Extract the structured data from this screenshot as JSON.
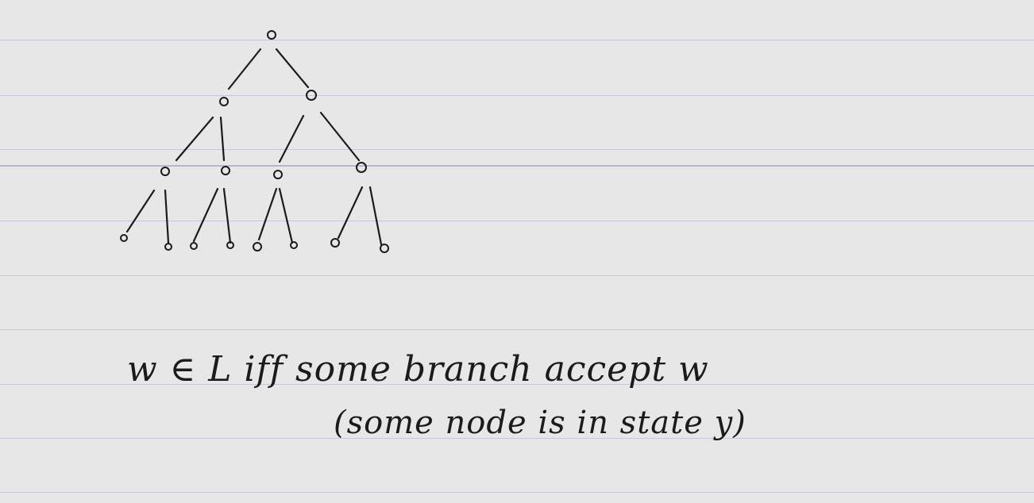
{
  "notes": {
    "line1": "w ∈ L iff some branch accept w",
    "line2": "(some node is in state y)"
  },
  "colors": {
    "paper": "#e7e7e7",
    "rule": "#c5c8d6",
    "ink": "#1b1b1b"
  },
  "tree": {
    "levels": [
      1,
      2,
      4,
      8
    ],
    "node_icon": "small-circle"
  }
}
